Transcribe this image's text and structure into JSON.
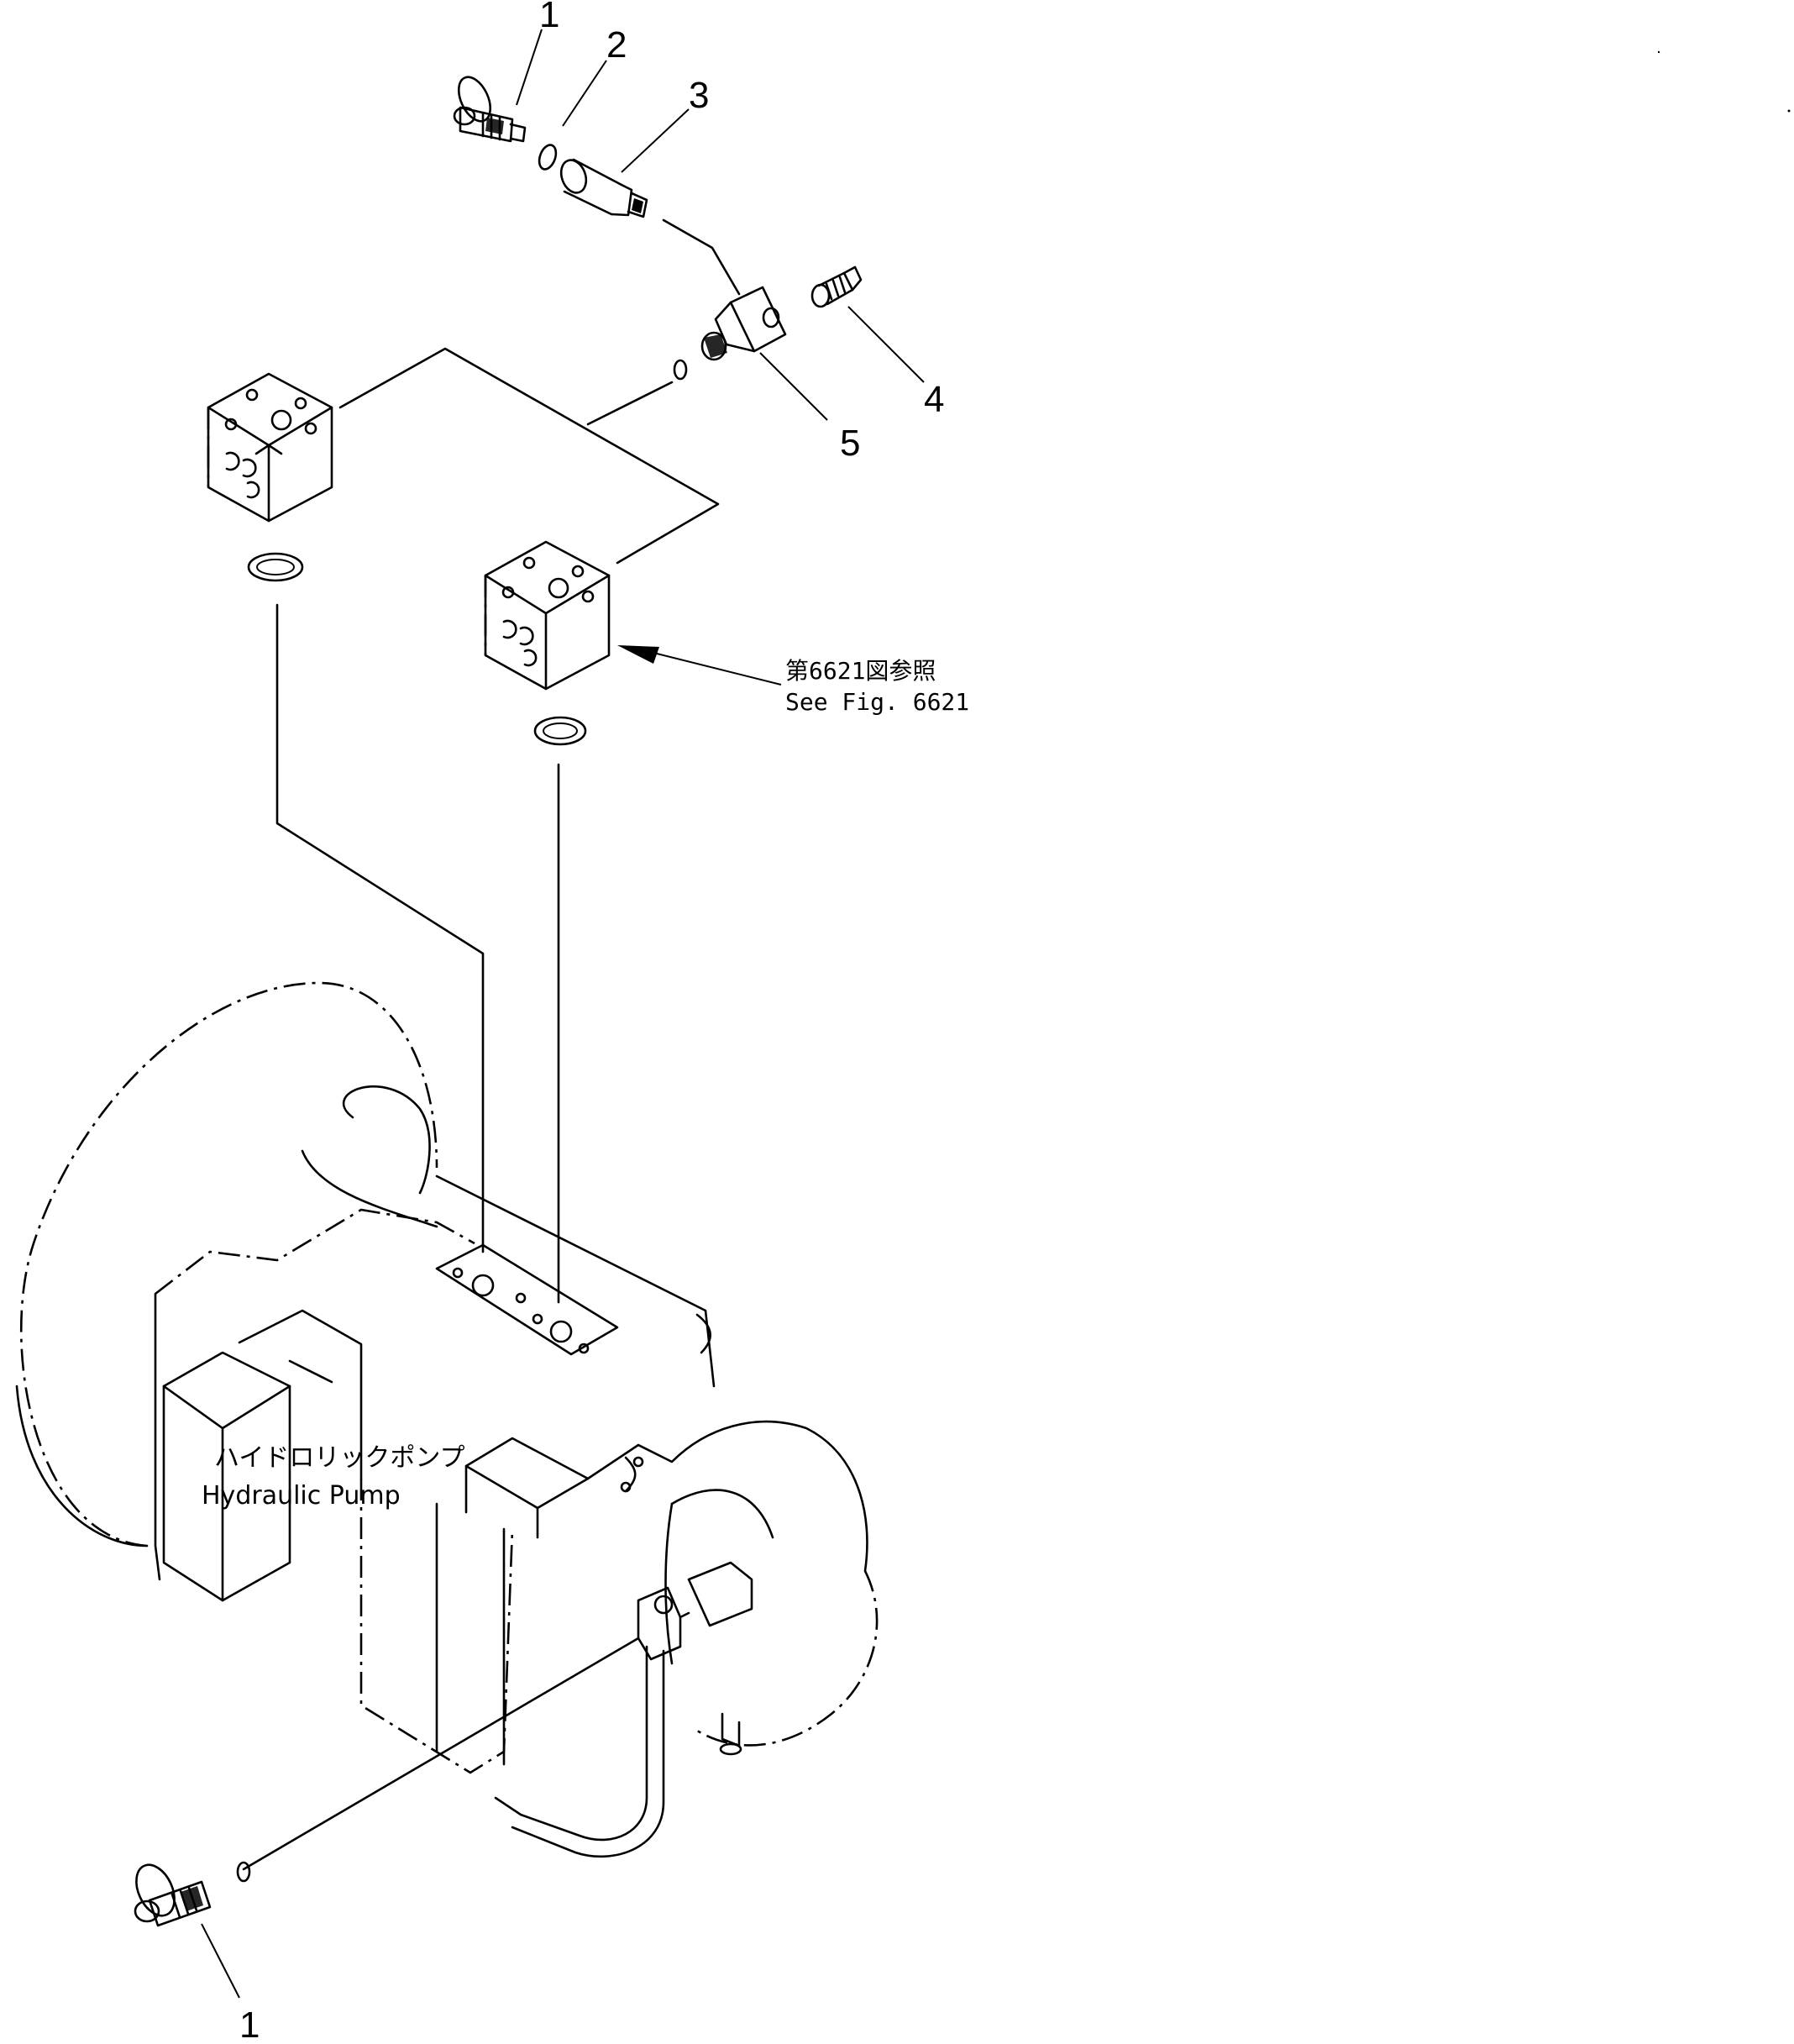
{
  "callouts": {
    "c1_top": "1",
    "c2": "2",
    "c3": "3",
    "c4": "4",
    "c5": "5",
    "c1_bottom": "1"
  },
  "reference_note": {
    "jp": "第6621図参照",
    "en": "See  Fig.  6621"
  },
  "pump_label": {
    "jp": "ハイドロリックポンプ",
    "en": "Hydraulic  Pump"
  }
}
